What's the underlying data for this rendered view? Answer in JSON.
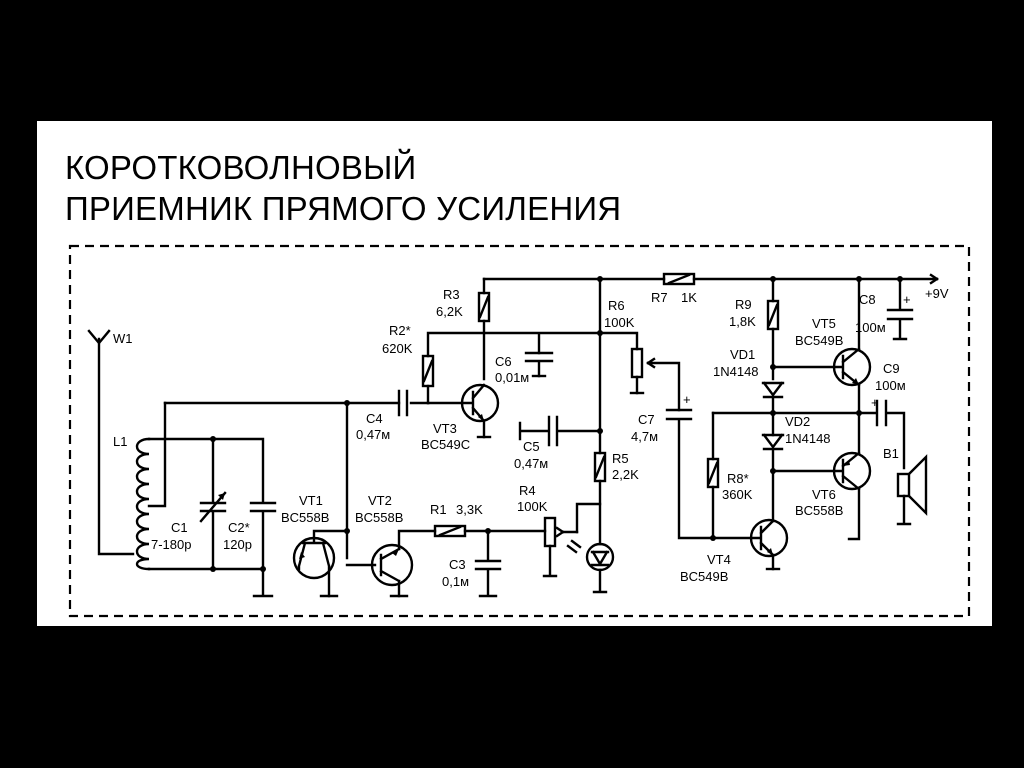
{
  "title": {
    "line1": "КОРОТКОВОЛНОВЫЙ",
    "line2": "ПРИЕМНИК ПРЯМОГО УСИЛЕНИЯ"
  },
  "supply_label": "+9V",
  "components": {
    "W1": {
      "ref": "W1"
    },
    "L1": {
      "ref": "L1"
    },
    "C1": {
      "ref": "C1",
      "value": "7-180p"
    },
    "C2": {
      "ref": "C2*",
      "value": "120p"
    },
    "VT1": {
      "ref": "VT1",
      "value": "BC558B"
    },
    "VT2": {
      "ref": "VT2",
      "value": "BC558B"
    },
    "R1": {
      "ref": "R1",
      "value": "3,3K"
    },
    "C3": {
      "ref": "C3",
      "value": "0,1м"
    },
    "R4": {
      "ref": "R4",
      "value": "100K"
    },
    "R2": {
      "ref": "R2*",
      "value": "620K"
    },
    "R3": {
      "ref": "R3",
      "value": "6,2K"
    },
    "C4": {
      "ref": "C4",
      "value": "0,47м"
    },
    "VT3": {
      "ref": "VT3",
      "value": "BC549C"
    },
    "C6": {
      "ref": "C6",
      "value": "0,01м"
    },
    "C5": {
      "ref": "C5",
      "value": "0,47м"
    },
    "R5": {
      "ref": "R5",
      "value": "2,2K"
    },
    "R6": {
      "ref": "R6",
      "value": "100K"
    },
    "R7": {
      "ref": "R7",
      "value": "1K"
    },
    "C7": {
      "ref": "C7",
      "value": "4,7м"
    },
    "R9": {
      "ref": "R9",
      "value": "1,8K"
    },
    "VD1": {
      "ref": "VD1",
      "value": "1N4148"
    },
    "VD2": {
      "ref": "VD2",
      "value": "1N4148"
    },
    "R8": {
      "ref": "R8*",
      "value": "360K"
    },
    "VT4": {
      "ref": "VT4",
      "value": "BC549B"
    },
    "VT5": {
      "ref": "VT5",
      "value": "BC549B"
    },
    "VT6": {
      "ref": "VT6",
      "value": "BC558B"
    },
    "C8": {
      "ref": "C8",
      "value": "100м"
    },
    "C9": {
      "ref": "C9",
      "value": "100м"
    },
    "B1": {
      "ref": "B1"
    }
  },
  "polarity_plus": "+"
}
